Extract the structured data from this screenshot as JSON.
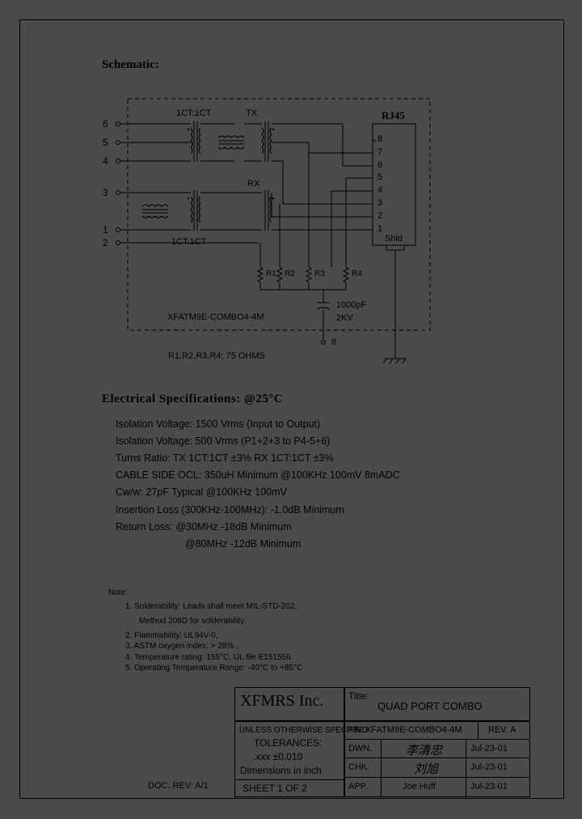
{
  "schematic": {
    "heading": "Schematic:",
    "left_pins": [
      "6",
      "5",
      "4",
      "3",
      "1",
      "2"
    ],
    "ratio_top": "1CT:1CT",
    "ratio_bottom": "1CT:1CT",
    "tx_label": "TX",
    "rx_label": "RX",
    "rj45_label": "RJ45",
    "rj45_pins": [
      "8",
      "7",
      "6",
      "5",
      "4",
      "3",
      "2",
      "1"
    ],
    "shield_label": "Shld",
    "resistors": [
      "R1",
      "R2",
      "R3",
      "R4"
    ],
    "cap_value": "1000pF",
    "cap_voltage": "2KV",
    "part_label": "XFATM9E-COMBO4-4M",
    "bottom_pin": "8",
    "resistor_note": "R1,R2,R3,R4: 75 OHMS"
  },
  "electrical": {
    "heading": "Electrical  Specifications: @25°C",
    "specs": [
      "Isolation Voltage:  1500 Vrms (Input to Output)",
      "Isolation Voltage:  500 Vrms (P1+2+3 to P4-5+6)",
      "Turns Ratio: TX 1CT:1CT ±3%  RX 1CT:1CT ±3%",
      "CABLE SIDE OCL: 350uH Minimum @100KHz 100mV 8mADC",
      "Cw/w: 27pF Typical @100KHz 100mV",
      "Insertion Loss (300KHz-100MHz): -1.0dB Minimum",
      "Return Loss: @30MHz   -18dB Minimum",
      "@80MHz   -12dB Minimum"
    ]
  },
  "notes": {
    "heading": "Note:",
    "items": [
      "1. Solderability: Leads shall meet MIL-STD-202,",
      "Method 208D for solderability.",
      "2. Flammability: UL94V-0,",
      "3. ASTM oxygen index: > 28% ,",
      "4. Temperature rating: 155°C, UL file E151556.",
      "5. Operating Temperature Range: -40°C to +85°C"
    ]
  },
  "title_block": {
    "company": "XFMRS Inc.",
    "title_label": "Title:",
    "title": "QUAD PORT COMBO",
    "unless": "UNLESS OTHERWISE SPECIFIED",
    "tolerances": "TOLERANCES:",
    "tol_value": ".xxx ±0.010",
    "dimensions": "Dimensions in inch",
    "sheet": "SHEET  1  OF  2",
    "pn_label": "P/N:",
    "pn": "XFATM9E-COMBO4-4M",
    "rev": "REV. A",
    "dwn_label": "DWN.",
    "dwn_name": "李清忠",
    "dwn_date": "Jul-23-01",
    "chk_label": "CHK.",
    "chk_name": "刘旭",
    "chk_date": "Jul-23-01",
    "app_label": "APP.",
    "app_name": "Joe Huff",
    "app_date": "Jul-23-01",
    "doc_rev": "DOC. REV: A/1"
  }
}
